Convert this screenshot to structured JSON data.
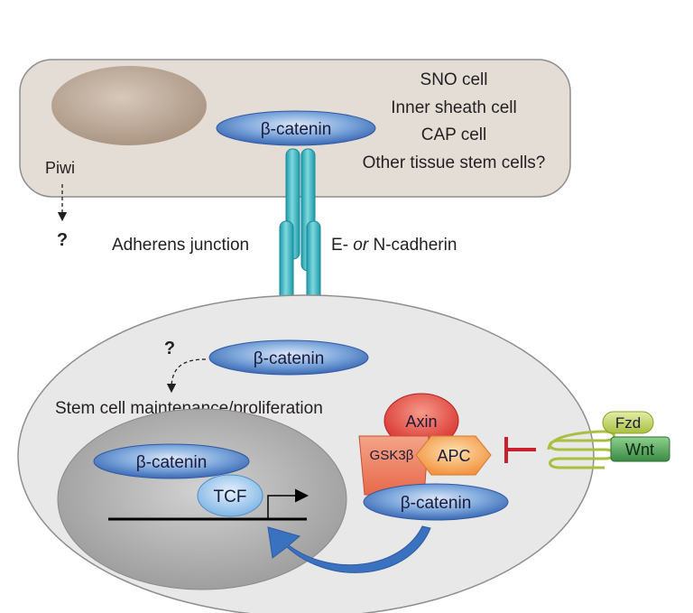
{
  "niche_cell": {
    "cell_types": [
      "SNO cell",
      "Inner sheath cell",
      "CAP cell",
      "Other tissue stem cells?"
    ],
    "piwi_label": "Piwi",
    "piwi_question": "?",
    "beta_catenin": "β-catenin"
  },
  "junction": {
    "left_label": "Adherens junction",
    "cadherin_prefix": "E- ",
    "cadherin_or": "or",
    "cadherin_suffix": " N-cadherin"
  },
  "stem_cell": {
    "membrane_beta_catenin": "β-catenin",
    "question": "?",
    "maintenance_label": "Stem cell maintenance/proliferation",
    "nucleus": {
      "beta_catenin": "β-catenin",
      "tcf": "TCF"
    },
    "destruction_complex": {
      "axin": "Axin",
      "gsk3b": "GSK3β",
      "apc": "APC",
      "beta_catenin": "β-catenin"
    },
    "receptor": {
      "fzd": "Fzd",
      "wnt": "Wnt"
    }
  },
  "colors": {
    "niche_cell_fill": "#e3ddd6",
    "niche_nucleus_fill": "#b9a695",
    "stem_cell_fill": "#e8e8e8",
    "stem_nucleus_fill": "#a9a9a9",
    "beta_catenin_fill": "#5a8fcf",
    "cadherin_fill": "#2fb8c4",
    "axin_fill": "#e04540",
    "gsk3b_fill": "#ee7a5a",
    "apc_fill": "#f5a050",
    "tcf_fill": "#8fc1ec",
    "inhibition_bar": "#c8202f",
    "fzd_fill": "#c7d86a",
    "wnt_fill": "#4fa55a",
    "arrow_blue": "#3a72c0"
  }
}
